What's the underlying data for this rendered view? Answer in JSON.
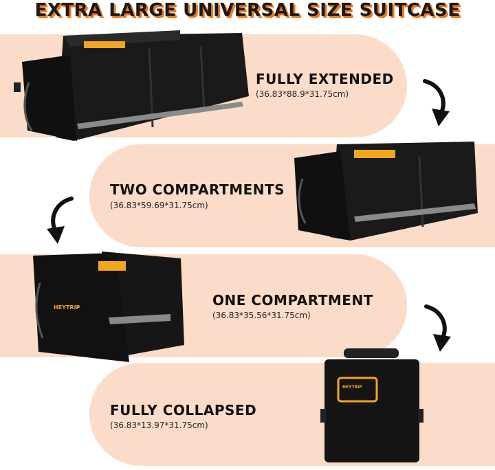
{
  "title": "EXTRA LARGE UNIVERSAL SIZE SUITCASE",
  "brand_logo": "HEYTRIP",
  "sections": [
    {
      "label": "FULLY EXTENDED",
      "dims": "(36.83*88.9*31.75cm)"
    },
    {
      "label": "TWO COMPARTMENTS",
      "dims": "(36.83*59.69*31.75cm)"
    },
    {
      "label": "ONE COMPARTMENT",
      "dims": "(36.83*35.56*31.75cm)"
    },
    {
      "label": "FULLY COLLAPSED",
      "dims": "(36.83*13.97*31.75cm)"
    }
  ],
  "colors": {
    "band": "#fbdcc9",
    "title_shadow": "#f07a1a",
    "accent": "#f2a51f",
    "bag": "#141414"
  }
}
